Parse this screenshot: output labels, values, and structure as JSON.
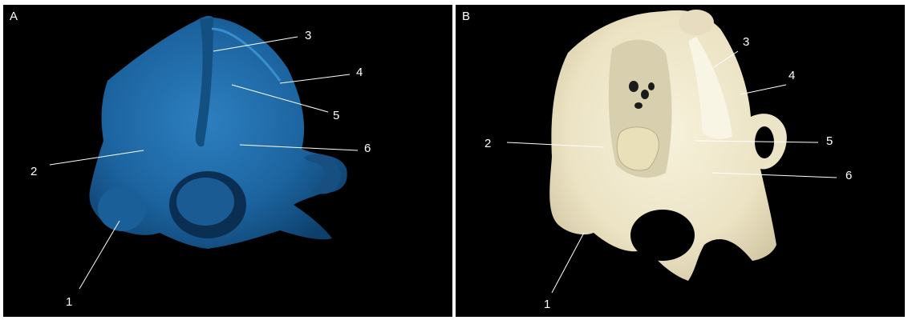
{
  "panels": [
    {
      "letter": "A",
      "model_color": "#1f6aa5",
      "labels": [
        "1",
        "2",
        "3",
        "4",
        "5",
        "6"
      ]
    },
    {
      "letter": "B",
      "model_color": "#f1ead0",
      "labels": [
        "1",
        "2",
        "3",
        "4",
        "5",
        "6"
      ]
    }
  ]
}
